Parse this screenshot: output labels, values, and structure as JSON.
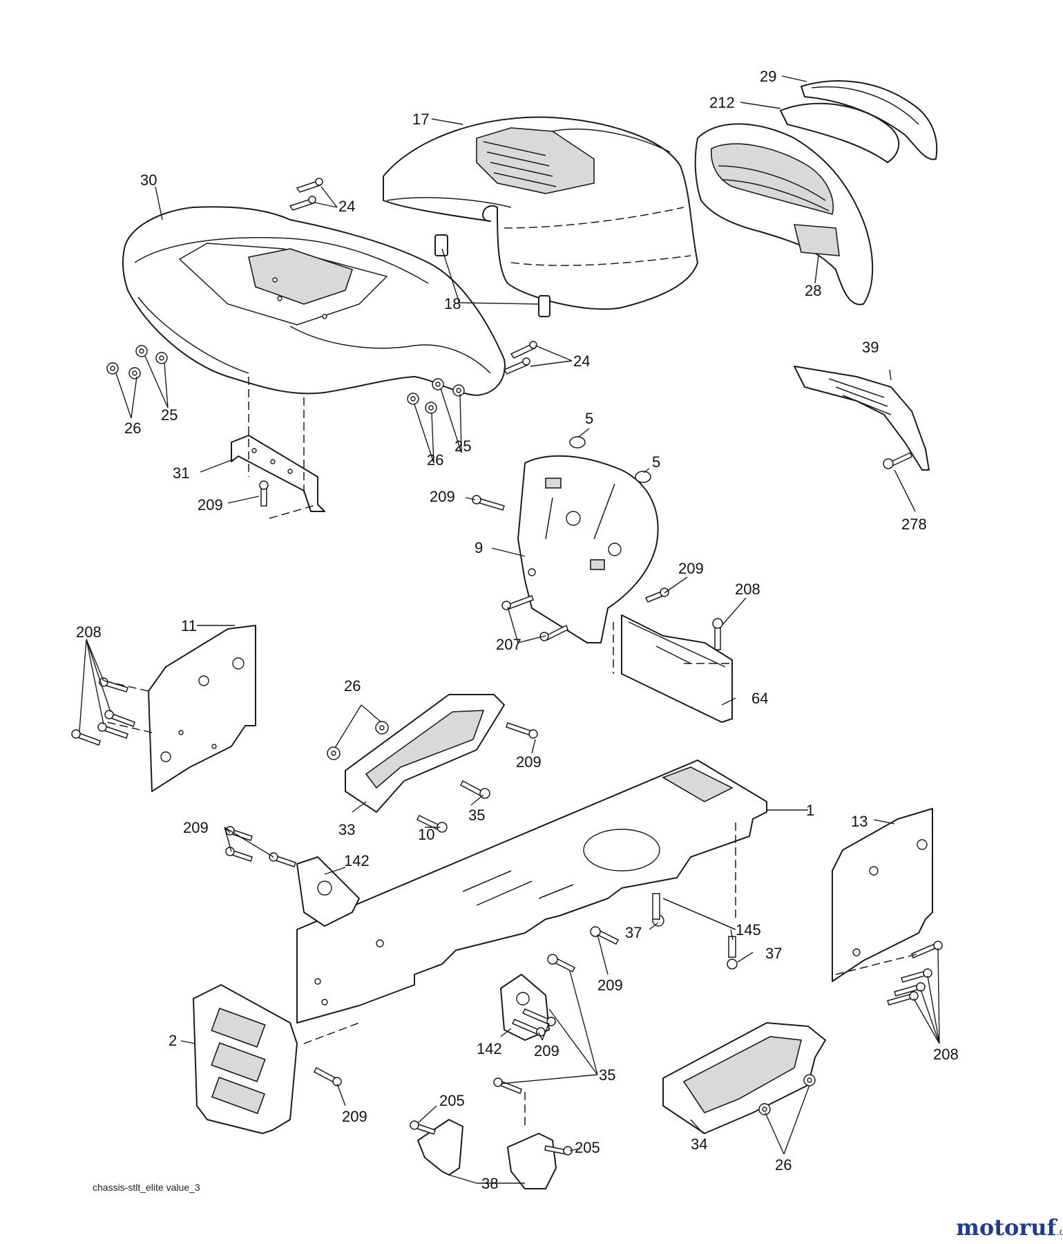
{
  "diagram": {
    "caption": "chassis-stlt_elite value_3",
    "labels": [
      "29",
      "212",
      "17",
      "30",
      "24",
      "18",
      "28",
      "24",
      "39",
      "25",
      "26",
      "25",
      "26",
      "5",
      "5",
      "31",
      "209",
      "209",
      "278",
      "9",
      "209",
      "208",
      "11",
      "208",
      "207",
      "64",
      "26",
      "209",
      "13",
      "1",
      "33",
      "35",
      "10",
      "209",
      "142",
      "145",
      "37",
      "37",
      "209",
      "208",
      "2",
      "142",
      "209",
      "35",
      "209",
      "205",
      "205",
      "34",
      "38",
      "26"
    ]
  },
  "watermark": {
    "brand": "motoruf",
    "tld": ".de"
  }
}
